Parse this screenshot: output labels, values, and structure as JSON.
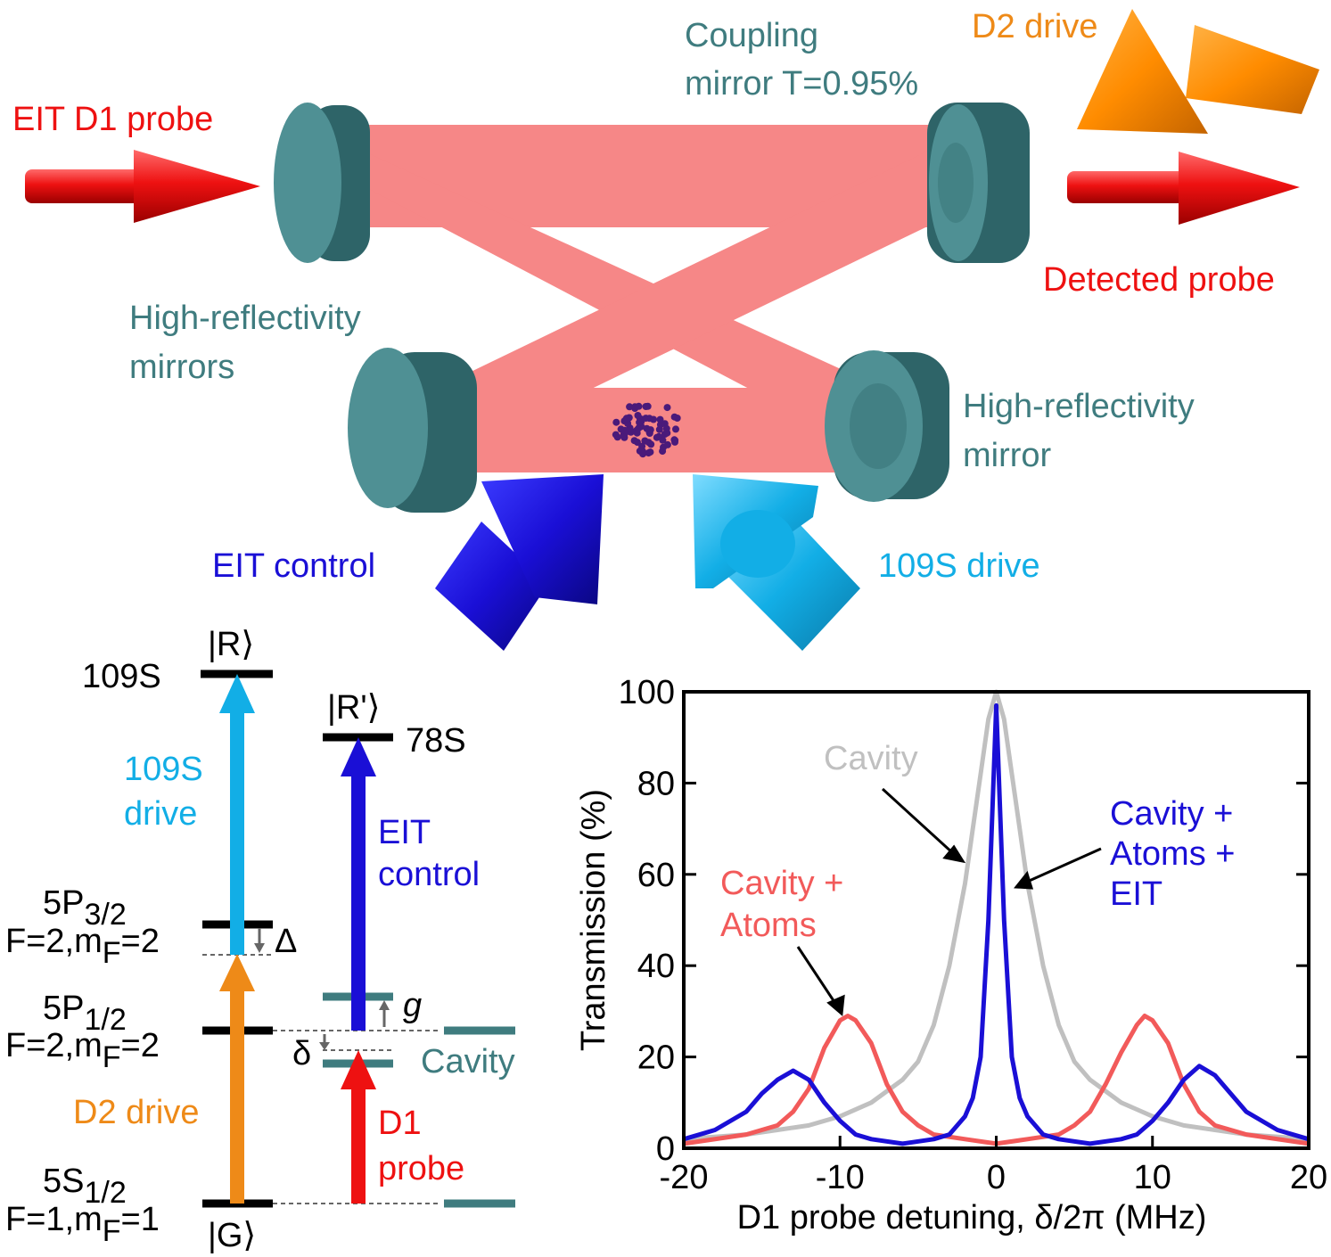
{
  "setup": {
    "labels": {
      "eit_d1_probe": "EIT D1 probe",
      "coupling_mirror_line1": "Coupling",
      "coupling_mirror_line2": "mirror T=0.95%",
      "d2_drive": "D2 drive",
      "detected_probe": "Detected probe",
      "hr_mirrors_line1": "High-reflectivity",
      "hr_mirrors_line2": "mirrors",
      "hr_mirror_line1": "High-reflectivity",
      "hr_mirror_line2": "mirror",
      "eit_control": "EIT control",
      "drive_109s": "109S drive"
    },
    "colors": {
      "mirror": "#3f7c7f",
      "probe": "#ee1111",
      "d2": "#ee8a18",
      "control": "#1a0fd6",
      "rydberg_drive": "#12aee6",
      "atoms": "#4a1a7a"
    }
  },
  "levels": {
    "r_ket": "|R⟩",
    "r_state": "109S",
    "rp_ket": "|R'⟩",
    "rp_state": "78S",
    "p32_name": "5P",
    "p32_sub": "3/2",
    "p32_f": "F=2,m",
    "p32_fsub": "F",
    "p32_fval": "=2",
    "p12_name": "5P",
    "p12_sub": "1/2",
    "p12_f": "F=2,m",
    "p12_fsub": "F",
    "p12_fval": "=2",
    "s12_name": "5S",
    "s12_sub": "1/2",
    "s12_f": "F=1,m",
    "s12_fsub": "F",
    "s12_fval": "=1",
    "g_ket": "|G⟩",
    "drive109_line1": "109S",
    "drive109_line2": "drive",
    "eit_line1": "EIT",
    "eit_line2": "control",
    "d2_drive": "D2 drive",
    "d1_line1": "D1",
    "d1_line2": "probe",
    "cavity": "Cavity",
    "delta_big": "Δ",
    "delta_small": "δ",
    "g_coupling": "g"
  },
  "chart_data": {
    "type": "line",
    "xlabel": "D1 probe detuning, δ/2π (MHz)",
    "ylabel": "Transmission (%)",
    "xlim": [
      -20,
      20
    ],
    "ylim": [
      0,
      100
    ],
    "xticks": [
      "-20",
      "-10",
      "0",
      "10",
      "20"
    ],
    "yticks": [
      "0",
      "20",
      "40",
      "60",
      "80",
      "100"
    ],
    "annotations": {
      "cavity": "Cavity",
      "cav_atoms_line1": "Cavity +",
      "cav_atoms_line2": "Atoms",
      "cav_atoms_eit_line1": "Cavity +",
      "cav_atoms_eit_line2": "Atoms +",
      "cav_atoms_eit_line3": "EIT"
    },
    "series": [
      {
        "color": "#c0c0c0",
        "x": [
          -20,
          -16,
          -14,
          -12,
          -10,
          -8,
          -6,
          -5,
          -4,
          -3,
          -2,
          -1.5,
          -1,
          -0.5,
          0,
          0.5,
          1,
          1.5,
          2,
          3,
          4,
          5,
          6,
          8,
          10,
          12,
          14,
          16,
          20
        ],
        "y": [
          2,
          3,
          4,
          5,
          7,
          10,
          15,
          19,
          27,
          40,
          58,
          70,
          82,
          94,
          100,
          94,
          82,
          70,
          58,
          40,
          27,
          19,
          15,
          10,
          7,
          5,
          4,
          3,
          2
        ]
      },
      {
        "color": "#f25a5a",
        "x": [
          -20,
          -16,
          -14,
          -13,
          -12,
          -11,
          -10,
          -9.5,
          -9,
          -8,
          -7,
          -6,
          -5,
          -4,
          -2,
          0,
          2,
          4,
          5,
          6,
          7,
          8,
          9,
          9.5,
          10,
          11,
          12,
          13,
          14,
          16,
          20
        ],
        "y": [
          1,
          3,
          5,
          8,
          13,
          22,
          28,
          29,
          28,
          23,
          14,
          8,
          5,
          3,
          2,
          1,
          2,
          3,
          5,
          8,
          14,
          21,
          27,
          29,
          28,
          23,
          14,
          8,
          5,
          3,
          1
        ]
      },
      {
        "color": "#1a0fd6",
        "x": [
          -20,
          -18,
          -16,
          -15,
          -14,
          -13,
          -12,
          -11,
          -10,
          -9,
          -8,
          -6,
          -4,
          -3,
          -2,
          -1.5,
          -1,
          -0.5,
          0,
          0.5,
          1,
          1.5,
          2,
          3,
          4,
          6,
          8,
          9,
          10,
          11,
          12,
          13,
          14,
          15,
          16,
          18,
          20
        ],
        "y": [
          2,
          4,
          8,
          12,
          15,
          17,
          15,
          10,
          6,
          3,
          2,
          1,
          2,
          3,
          7,
          11,
          20,
          50,
          97,
          50,
          20,
          11,
          7,
          3,
          2,
          1,
          2,
          3,
          6,
          10,
          15,
          18,
          16,
          12,
          8,
          4,
          2
        ]
      }
    ]
  }
}
